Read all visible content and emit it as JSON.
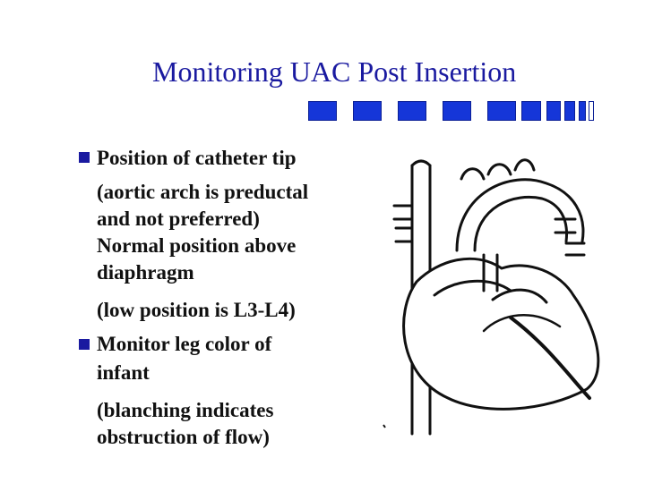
{
  "slide": {
    "title": "Monitoring UAC Post Insertion",
    "bullets": [
      {
        "lines": [
          "Position of catheter tip"
        ]
      },
      {
        "lines": [
          "(aortic arch is preductal",
          "and not preferred)",
          "Normal position above",
          "diaphragm",
          "(low position is L3-L4)"
        ]
      },
      {
        "lines": [
          "Monitor leg color of",
          "infant"
        ]
      },
      {
        "lines": [
          "(blanching indicates",
          "obstruction of flow)"
        ]
      }
    ],
    "bullet_color": "#1a1aa0",
    "title_color": "#1a1aa0",
    "accent_squares_color": "#1536d8",
    "figure_icon": "heart-anatomy-illustration"
  }
}
